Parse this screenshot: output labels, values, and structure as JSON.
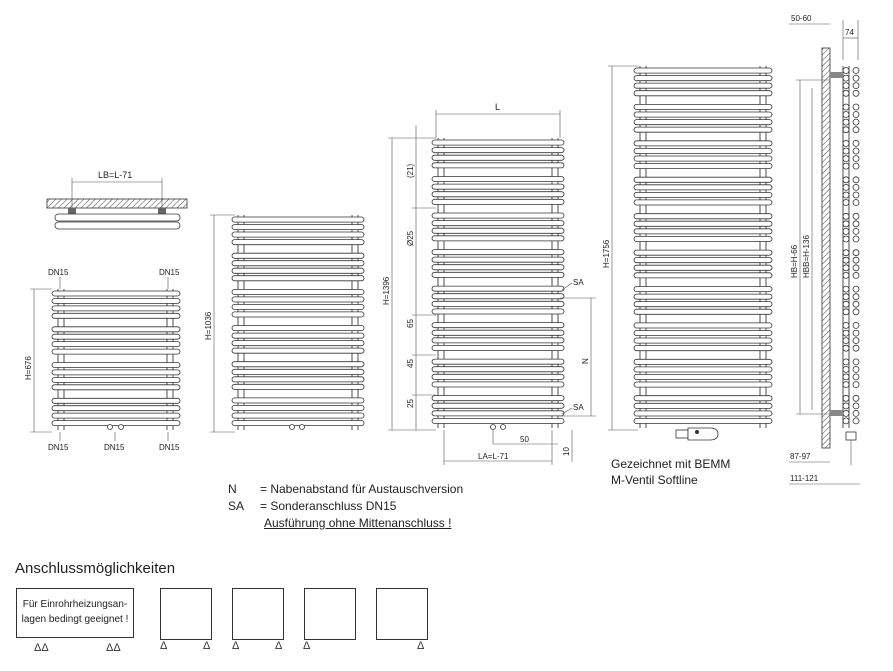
{
  "labels": {
    "lb": "LB=L-71",
    "dn15": "DN15",
    "h676": "H=676",
    "h1036": "H=1036",
    "h1396": "H=1396",
    "h1756": "H=1756",
    "l": "L",
    "d21": "(21)",
    "d25pipe": "Ø25",
    "d65": "65",
    "d45": "45",
    "d25": "25",
    "n": "N",
    "sa": "SA",
    "d50": "50",
    "d10": "10",
    "la": "LA=L-71",
    "w5060": "50-60",
    "w74": "74",
    "hb": "HB=H-66",
    "hbb": "HBB=H-136",
    "w8797": "87-97",
    "w111121": "111-121"
  },
  "legend": {
    "n_key": "N",
    "n_text": "=  Nabenabstand für Austauschversion",
    "sa_key": "SA",
    "sa_text": "=  Sonderanschluss DN15",
    "note": "Ausführung ohne Mittenanschluss !"
  },
  "caption": {
    "line1": "Gezeichnet mit BEMM",
    "line2": "M-Ventil Softline"
  },
  "section_title": "Anschlussmöglichkeiten",
  "options": {
    "box1_text": "Für Einrohrheizungsan-lagen bedingt geeignet !",
    "symbols": [
      "ΔΔ",
      "ΔΔ",
      "Δ",
      "Δ",
      "Δ",
      "Δ",
      "Δ",
      "Δ"
    ]
  }
}
